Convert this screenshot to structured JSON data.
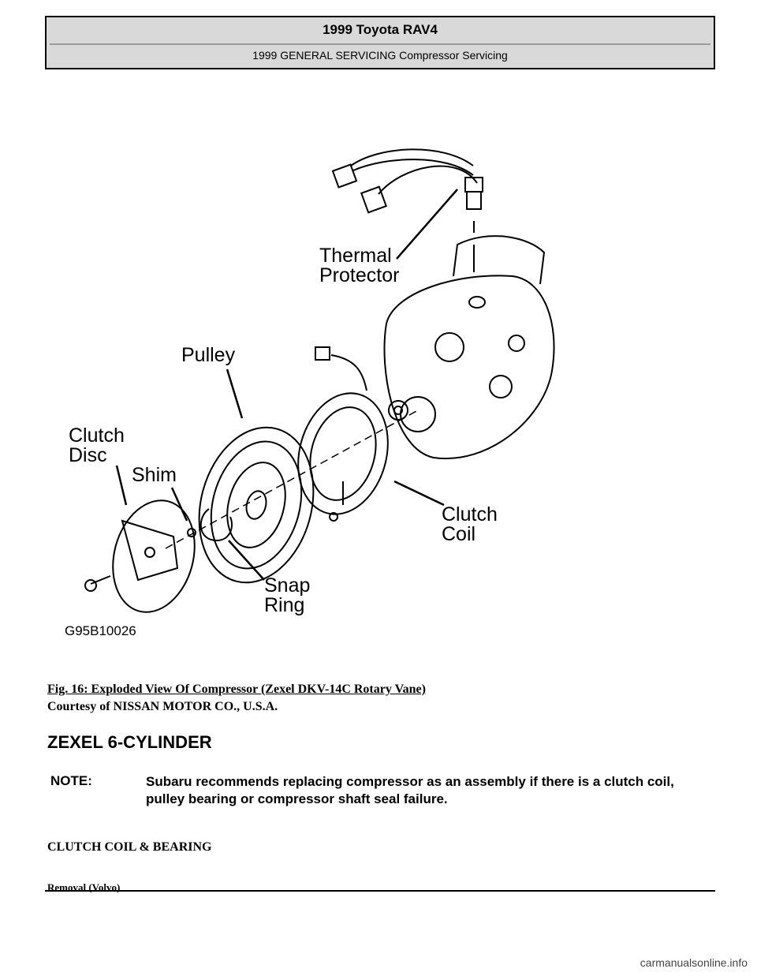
{
  "header": {
    "title": "1999 Toyota RAV4",
    "subtitle": "1999 GENERAL SERVICING Compressor Servicing"
  },
  "figure": {
    "labels": {
      "thermal_1": "Thermal",
      "thermal_2": "Protector",
      "pulley": "Pulley",
      "clutch_disc_1": "Clutch",
      "clutch_disc_2": "Disc",
      "shim": "Shim",
      "clutch_coil_1": "Clutch",
      "clutch_coil_2": "Coil",
      "snap_1": "Snap",
      "snap_2": "Ring"
    },
    "code": "G95B10026"
  },
  "caption": "Fig. 16: Exploded View Of Compressor (Zexel DKV-14C Rotary Vane)",
  "courtesy": "Courtesy of NISSAN MOTOR CO., U.S.A.",
  "section_title": "ZEXEL 6-CYLINDER",
  "note": {
    "label": "NOTE:",
    "text": "Subaru recommends replacing compressor as an assembly if there is a clutch coil, pulley bearing or compressor shaft seal failure."
  },
  "subheading": "CLUTCH COIL & BEARING",
  "subsubheading": "Removal (Volvo)",
  "watermark": "carmanualsonline.info"
}
